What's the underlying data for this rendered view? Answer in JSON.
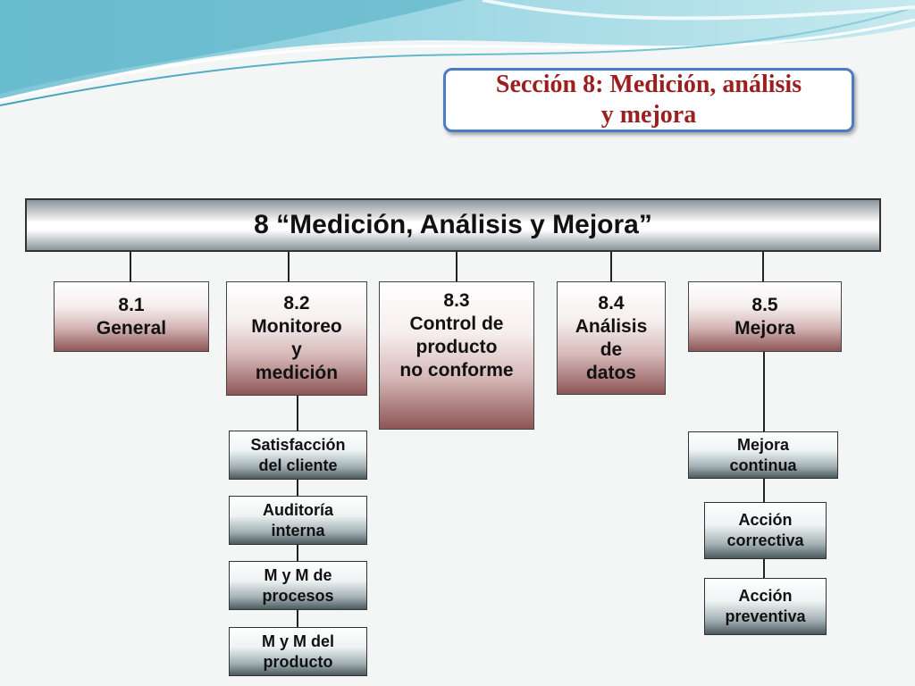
{
  "slide": {
    "title": "Sección 8: Medición, análisis\ny mejora"
  },
  "diagram": {
    "root": "8  “Medición, Análisis y Mejora”",
    "sections": [
      {
        "label": "8.1\nGeneral"
      },
      {
        "label": "8.2\nMonitoreo\ny\nmedición"
      },
      {
        "label": "8.3\nControl de\nproducto\nno conforme"
      },
      {
        "label": "8.4\nAnálisis\nde\ndatos"
      },
      {
        "label": "8.5\nMejora"
      }
    ],
    "monitoring_items": [
      {
        "label": "Satisfacción\ndel cliente"
      },
      {
        "label": "Auditoría\ninterna"
      },
      {
        "label": "M y M de\nprocesos"
      },
      {
        "label": "M y M del\nproducto"
      }
    ],
    "improvement_items": [
      {
        "label": "Mejora\ncontinua"
      },
      {
        "label": "Acción\ncorrectiva"
      },
      {
        "label": "Acción\npreventiva"
      }
    ]
  }
}
